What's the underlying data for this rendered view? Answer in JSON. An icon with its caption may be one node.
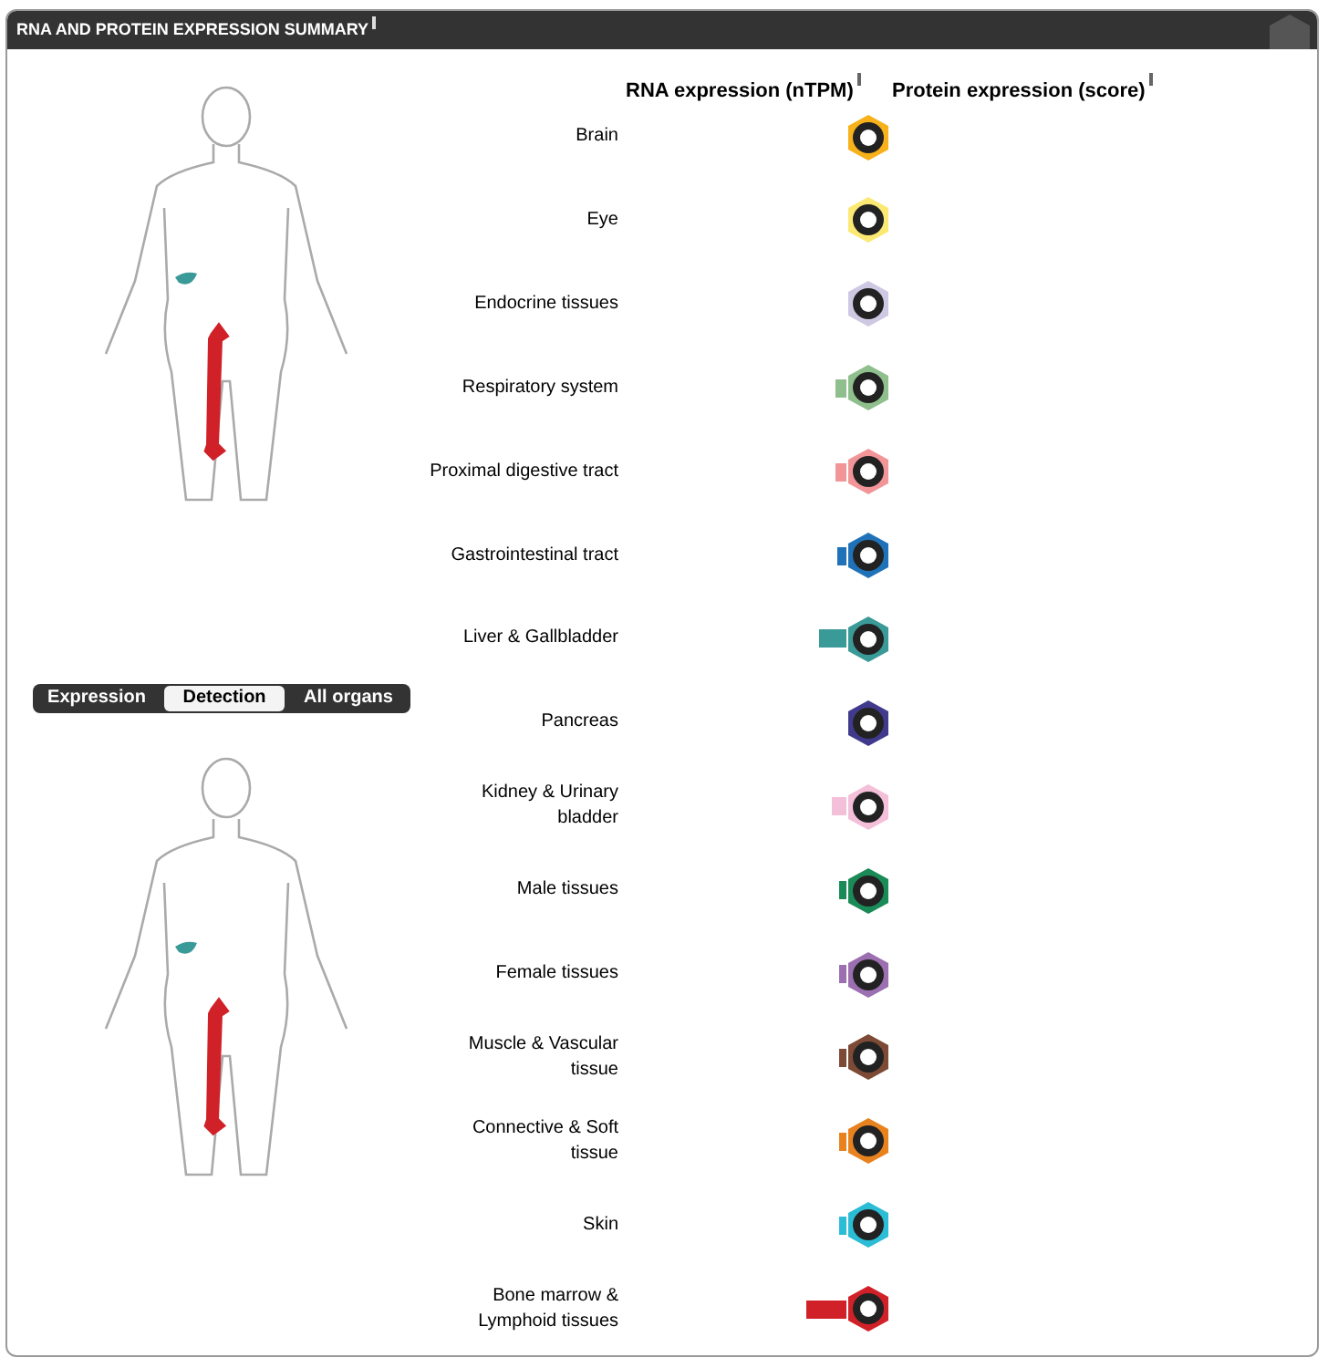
{
  "diagram": {
    "title": "RNA AND PROTEIN EXPRESSION SUMMARY",
    "labels": [
      "RNA expression (nTPM)",
      "Protein expression (score)",
      "Brain",
      "Eye",
      "Endocrine tissues",
      "Respiratory system",
      "Proximal digestive tract",
      "Gastrointestinal tract",
      "Liver & Gallbladder",
      "Pancreas",
      "Kidney & Urinary bladder",
      "Male tissues",
      "Female tissues",
      "Muscle & Vascular tissue",
      "Connective & Soft tissue",
      "Skin",
      "Bone marrow & Lymphoid tissues",
      "Expression",
      "Detection",
      "All organs"
    ]
  }
}
